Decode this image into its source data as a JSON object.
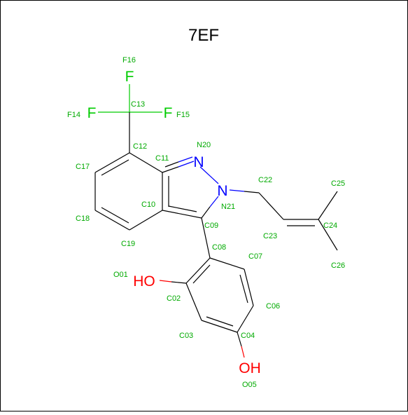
{
  "title": "7EF",
  "colors": {
    "carbon": "#000000",
    "nitrogen": "#0000ff",
    "oxygen": "#ff0000",
    "fluorine": "#00cc00",
    "label": "#00aa00",
    "border": "#000000"
  },
  "element_symbols": {
    "F16": "F",
    "F14": "F",
    "F15": "F",
    "N20": "N",
    "N21": "N",
    "O01": "HO",
    "O05": "OH"
  },
  "atom_labels": {
    "F16": "F16",
    "C13": "C13",
    "F14": "F14",
    "F15": "F15",
    "C12": "C12",
    "N20": "N20",
    "C11": "C11",
    "C17": "C17",
    "C22": "C22",
    "C25": "C25",
    "N21": "N21",
    "C10": "C10",
    "C18": "C18",
    "C09": "C09",
    "C24": "C24",
    "C23": "C23",
    "C19": "C19",
    "C08": "C08",
    "C07": "C07",
    "C26": "C26",
    "O01": "O01",
    "C02": "C02",
    "C06": "C06",
    "C03": "C03",
    "C04": "C04",
    "O05": "O05"
  }
}
